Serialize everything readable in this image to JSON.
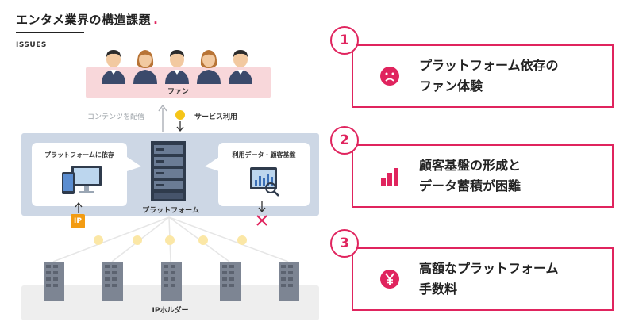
{
  "header": {
    "title": "エンタメ業界の構造課題",
    "title_dot": ".",
    "subtitle": "ISSUES"
  },
  "diagram": {
    "fans_label": "ファン",
    "content_arrow_label": "コンテンツを配信",
    "service_arrow_label": "サービス利用",
    "bubble_left_label": "プラットフォームに依存",
    "bubble_right_label": "利用データ・顧客基盤",
    "platform_label": "プラットフォーム",
    "ip_badge": "IP",
    "holders_label": "IPホルダー"
  },
  "issues": [
    {
      "number": "1",
      "line1": "プラットフォーム依存の",
      "line2": "ファン体験",
      "icon": "sad-face-icon"
    },
    {
      "number": "2",
      "line1": "顧客基盤の形成と",
      "line2": "データ蓄積が困難",
      "icon": "bar-chart-icon"
    },
    {
      "number": "3",
      "line1": "高額なプラットフォーム",
      "line2": "手数料",
      "icon": "yen-icon"
    }
  ],
  "colors": {
    "accent": "#e0245e",
    "fan_bg": "#f8d7da",
    "platform_bg": "#cdd7e5",
    "holder_bg": "#eeeeee",
    "ip_orange": "#f39c12",
    "coin_yellow": "#f5c518"
  }
}
